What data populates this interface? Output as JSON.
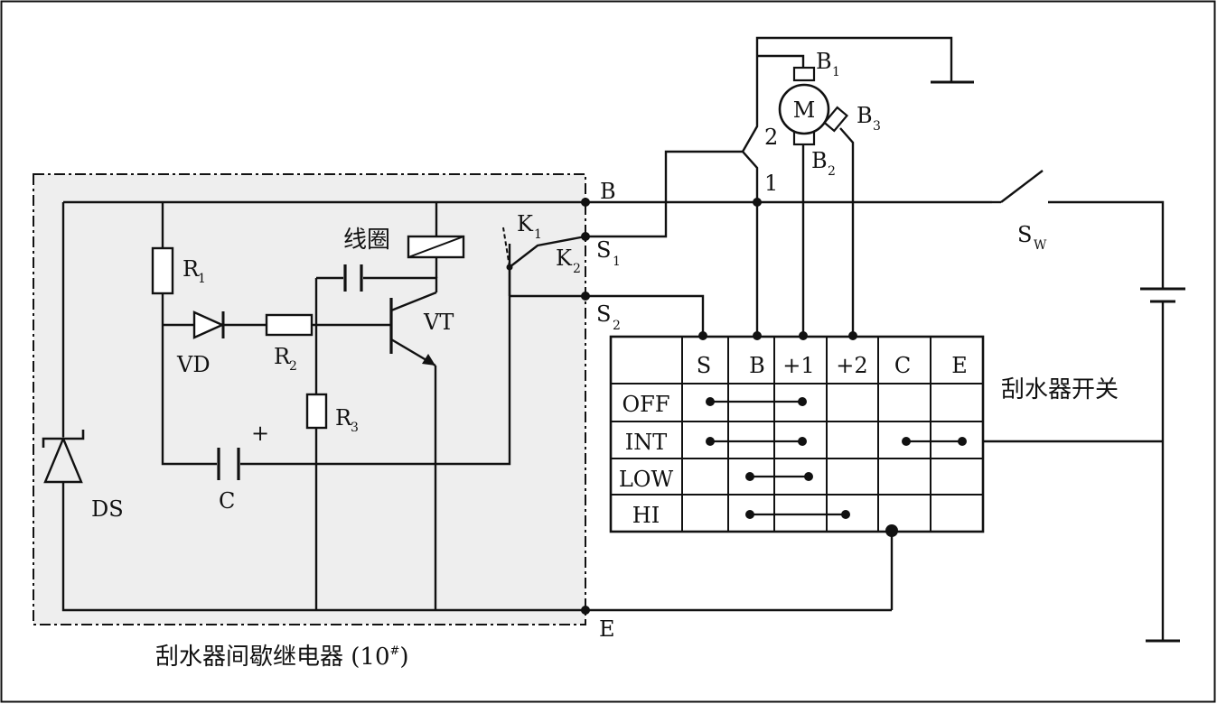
{
  "relay_box": {
    "caption": "刮水器间歇继电器 (10",
    "caption_sup": "#",
    "caption_close": ")"
  },
  "terminals": {
    "b": "B",
    "s": "S",
    "s_sub1": "1",
    "s_sub2": "2",
    "e": "E"
  },
  "components": {
    "r": "R",
    "r1_sub": "1",
    "r2_sub": "2",
    "r3_sub": "3",
    "vd": "VD",
    "vt": "VT",
    "c": "C",
    "c_plus": "+",
    "ds": "DS",
    "coil": "线圈",
    "k": "K",
    "k1_sub": "1",
    "k2_sub": "2"
  },
  "motor": {
    "m": "M",
    "b": "B",
    "b1_sub": "1",
    "b2_sub": "2",
    "b3_sub": "3",
    "contact_2": "2",
    "contact_1": "1"
  },
  "sw": {
    "s": "S",
    "sub": "W"
  },
  "switch_table": {
    "label": "刮水器开关",
    "columns": [
      "S",
      "B",
      "+1",
      "+2",
      "C",
      "E"
    ],
    "rows": [
      "OFF",
      "INT",
      "LOW",
      "HI"
    ]
  }
}
